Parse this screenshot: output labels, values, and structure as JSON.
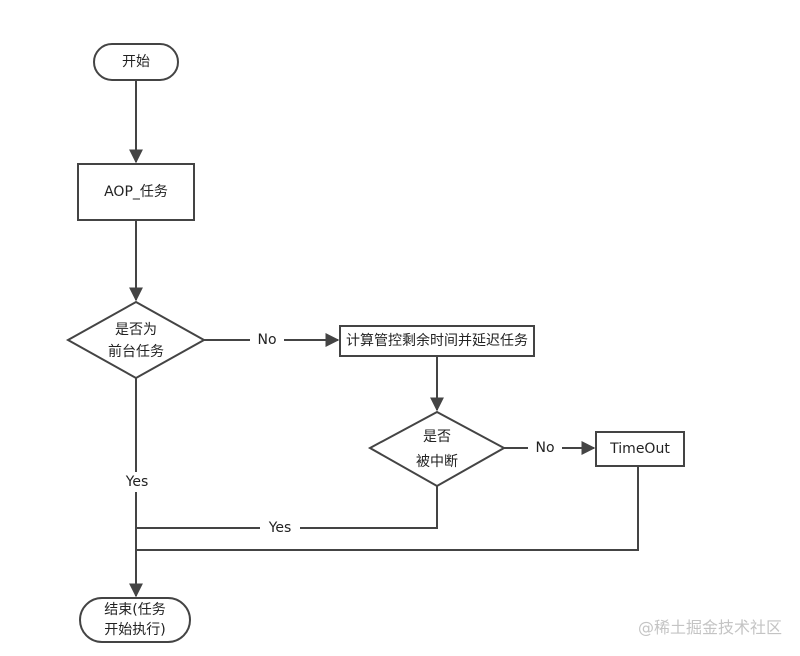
{
  "nodes": {
    "start": "开始",
    "aop_task": "AOP_任务",
    "is_foreground_line1": "是否为",
    "is_foreground_line2": "前台任务",
    "calc_delay": "计算管控剩余时间并延迟任务",
    "is_interrupted_line1": "是否",
    "is_interrupted_line2": "被中断",
    "timeout": "TimeOut",
    "end_line1": "结束(任务",
    "end_line2": "开始执行)"
  },
  "edges": {
    "fg_no": "No",
    "fg_yes": "Yes",
    "interrupt_no": "No",
    "interrupt_yes": "Yes"
  },
  "watermark": "@稀土掘金技术社区"
}
